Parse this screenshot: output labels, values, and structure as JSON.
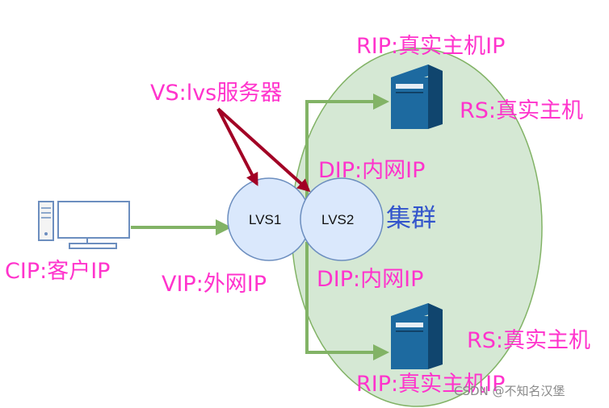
{
  "labels": {
    "rip_top": "RIP:真实主机IP",
    "vs": "VS:lvs服务器",
    "rs_top": "RS:真实主机",
    "dip_top": "DIP:内网IP",
    "cluster": "集群",
    "lvs1": "LVS1",
    "lvs2": "LVS2",
    "cip": "CIP:客户IP",
    "vip": "VIP:外网IP",
    "dip_bottom": "DIP:内网IP",
    "rs_bottom": "RS:真实主机",
    "rip_bottom": "RIP:真实主机IP"
  },
  "watermark": "CSDN @不知名汉堡",
  "icons": {
    "client": "desktop-computer-icon",
    "server_top": "server-tower-icon",
    "server_bottom": "server-tower-icon"
  },
  "colors": {
    "label_pink": "#ff33cc",
    "cluster_blue": "#3355cc",
    "ellipse_fill": "#d5e8d4",
    "ellipse_stroke": "#82b366",
    "node_fill": "#dae8fc",
    "node_stroke": "#6c8ebf",
    "flow_arrow": "#82b366",
    "vs_arrow": "#a20025",
    "server_dark": "#10456e",
    "server_mid": "#1d6aa0",
    "client_stroke": "#6c8ebf"
  }
}
